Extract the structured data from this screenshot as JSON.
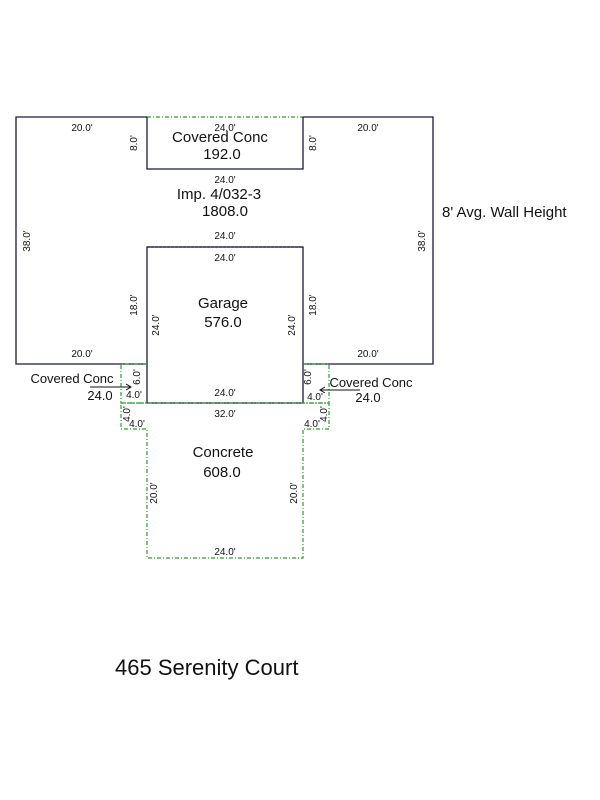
{
  "areas": {
    "covered_top": {
      "name": "Covered Conc",
      "value": "192.0"
    },
    "main": {
      "name": "Imp. 4/032-3",
      "value": "1808.0"
    },
    "garage": {
      "name": "Garage",
      "value": "576.0"
    },
    "covered_left": {
      "name": "Covered Conc",
      "value": "24.0"
    },
    "covered_right": {
      "name": "Covered Conc",
      "value": "24.0"
    },
    "concrete": {
      "name": "Concrete",
      "value": "608.0"
    }
  },
  "note": "8' Avg. Wall Height",
  "address": "465 Serenity Court",
  "dims": {
    "top_left": "20.0'",
    "top_mid": "24.0'",
    "top_right": "20.0'",
    "cov_left": "8.0'",
    "cov_right": "8.0'",
    "cov_bottom": "24.0'",
    "house_left": "38.0'",
    "house_right": "38.0'",
    "garage_top_out": "24.0'",
    "garage_top_in": "24.0'",
    "g_left_out": "18.0'",
    "g_left_in": "24.0'",
    "g_right_in": "24.0'",
    "g_right_out": "18.0'",
    "bot_left": "20.0'",
    "bot_right": "20.0'",
    "p_left_v": "6.0'",
    "p_left_h": "4.0'",
    "p_right_v": "6.0'",
    "p_right_h": "4.0'",
    "g_bottom": "24.0'",
    "slab_top": "32.0'",
    "slab_l_v": "4.0'",
    "slab_l_h": "4.0'",
    "slab_r_v": "4.0'",
    "slab_r_h": "4.0'",
    "conc_left": "20.0'",
    "conc_right": "20.0'",
    "conc_bottom": "24.0'"
  }
}
